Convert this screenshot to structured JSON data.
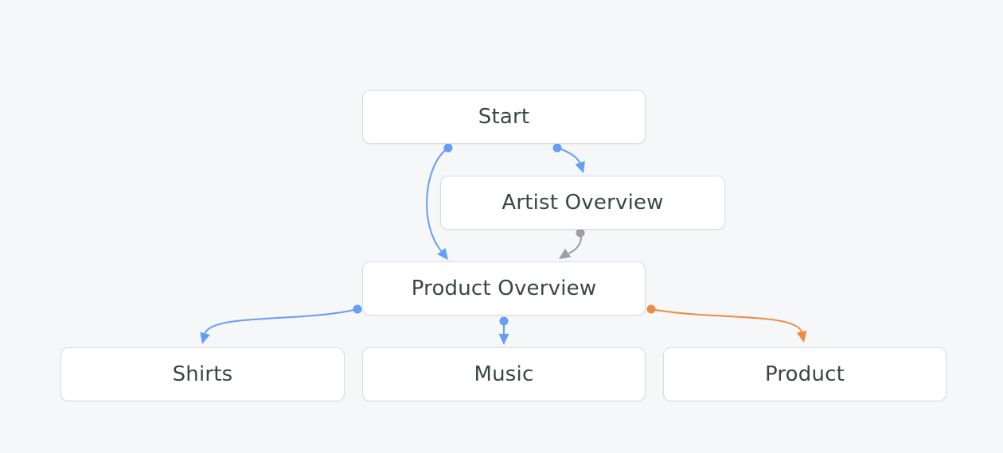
{
  "colors": {
    "background": "#F6F7F9",
    "node_bg": "#FFFFFF",
    "node_border": "#DADCE0",
    "node_text": "#3D4543",
    "edge_blue": "#669DF6",
    "edge_gray": "#9AA0A6",
    "edge_orange": "#EE8C42"
  },
  "nodes": [
    {
      "id": "start",
      "label": "Start"
    },
    {
      "id": "artist-overview",
      "label": "Artist Overview"
    },
    {
      "id": "product-overview",
      "label": "Product Overview"
    },
    {
      "id": "shirts",
      "label": "Shirts"
    },
    {
      "id": "music",
      "label": "Music"
    },
    {
      "id": "product",
      "label": "Product"
    }
  ],
  "edges": [
    {
      "from": "Start",
      "to": "Artist Overview",
      "color": "#669DF6"
    },
    {
      "from": "Start",
      "to": "Product Overview",
      "color": "#669DF6"
    },
    {
      "from": "Artist Overview",
      "to": "Product Overview",
      "color": "#9AA0A6"
    },
    {
      "from": "Product Overview",
      "to": "Shirts",
      "color": "#669DF6"
    },
    {
      "from": "Product Overview",
      "to": "Music",
      "color": "#669DF6"
    },
    {
      "from": "Product Overview",
      "to": "Product",
      "color": "#EE8C42"
    }
  ]
}
